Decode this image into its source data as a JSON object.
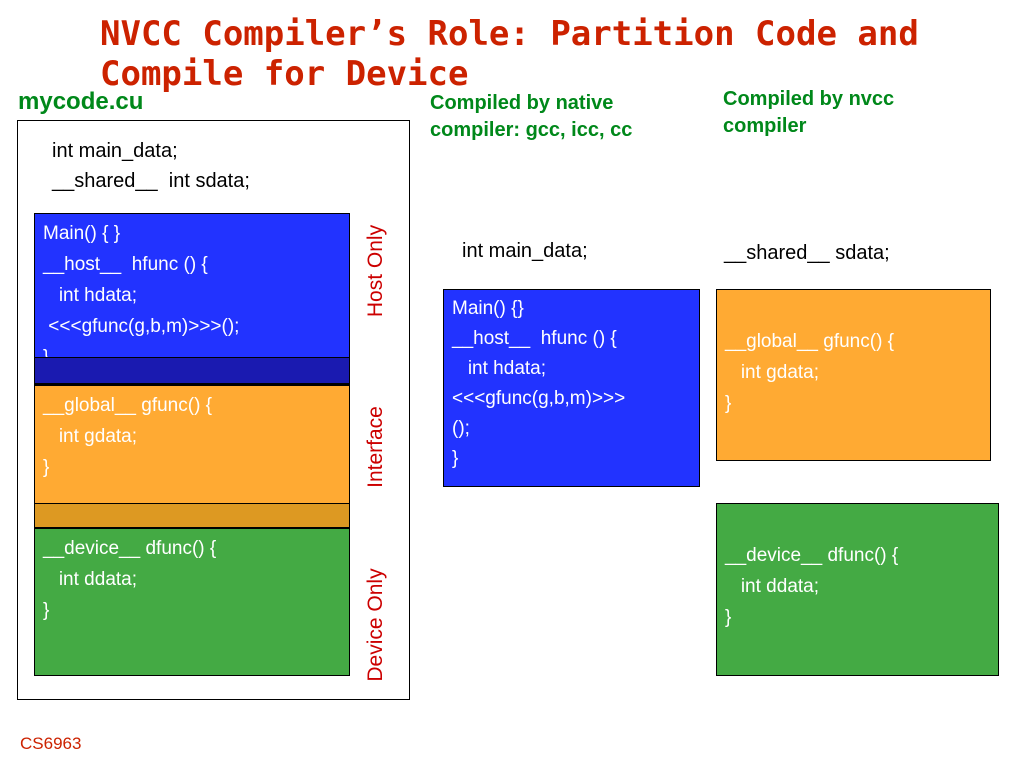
{
  "title": "NVCC Compiler’s Role: Partition Code and\nCompile for Device",
  "source_file_label": "mycode.cu",
  "native_header": "Compiled by native\ncompiler: gcc, icc, cc",
  "nvcc_header": "Compiled by nvcc\ncompiler",
  "source": {
    "declarations": "int main_data;\n__shared__  int sdata;",
    "host_code": "Main() { }\n__host__  hfunc () {\n   int hdata;\n <<<gfunc(g,b,m)>>>();\n}",
    "global_code": "__global__ gfunc() {\n   int gdata;\n}",
    "device_code": "__device__ dfunc() {\n   int ddata;\n}"
  },
  "regions": {
    "host_only": "Host Only",
    "interface": "Interface",
    "device_only": "Device Only"
  },
  "native": {
    "declaration": "int main_data;",
    "code": "Main() {}\n__host__  hfunc () {\n   int hdata;\n<<<gfunc(g,b,m)>>>\n();\n}"
  },
  "nvcc": {
    "declaration": "__shared__ sdata;",
    "global_code": "__global__ gfunc() {\n   int gdata;\n}",
    "device_code": "__device__ dfunc() {\n   int ddata;\n}"
  },
  "footer": "CS6963",
  "colors": {
    "title": "#cc2200",
    "labels_green": "#00881a",
    "host_blue": "#2233ff",
    "global_orange": "#ffaa33",
    "device_green": "#44aa44",
    "region_red": "#cc0000"
  }
}
